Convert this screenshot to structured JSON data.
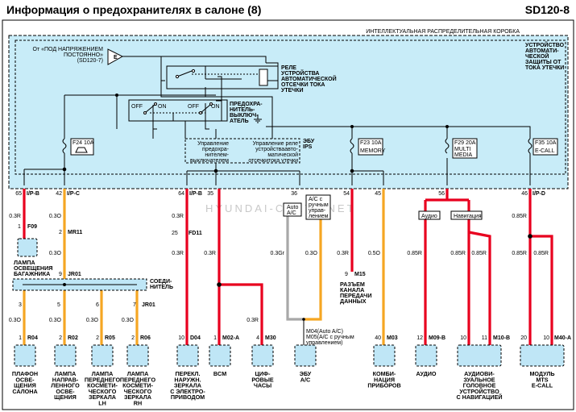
{
  "header": {
    "title": "Информация о предохранителях в салоне (8)",
    "code": "SD120-8"
  },
  "box": {
    "title": "ИНТЕЛЛЕКТУАЛЬНАЯ РАСПРЕДЕЛИТЕЛЬНАЯ КОРОБКА",
    "protection_unit": [
      "УСТРОЙСТВО",
      "АВТОМАТИ-",
      "ЧЕСКОЙ",
      "ЗАЩИТЫ ОТ",
      "ТОКА УТЕЧКИ"
    ],
    "source": [
      "От «ПОД НАПРЯЖЕНИЕМ",
      "ПОСТОЯННО»",
      "(SD120-7)"
    ],
    "source_pin": "E",
    "relay_label": [
      "РЕЛЕ",
      "УСТРОЙСТВА",
      "АВТОМАТИЧЕСКОЙ",
      "ОТСЕЧКИ ТОКА",
      "УТЕЧКИ"
    ],
    "fuse_switch_label": [
      "ПРЕДОХРА-",
      "НИТЕЛЬ-",
      "ВЫКЛЮЧ-",
      "АТЕЛЬ"
    ],
    "off_label": "OFF",
    "on_label": "ON",
    "ecu_label": [
      "ЭБУ",
      "IPS"
    ],
    "ecu_text_left": [
      "Управление",
      "предохра-",
      "нителем-",
      "выключателем"
    ],
    "ecu_text_right": [
      "Управление реле",
      "устройстваавто-",
      "матической",
      "отсечкитока утечки"
    ],
    "fuses": [
      {
        "name": "F24 10A"
      },
      {
        "name": "F23 10A",
        "label": "MEMORY"
      },
      {
        "name": "F29 20A",
        "label": [
          "MULTI",
          "MEDIA"
        ]
      },
      {
        "name": "F35 10A",
        "label": "E-CALL"
      }
    ]
  },
  "outputs": [
    {
      "pin": "65",
      "conn": "I/P-B"
    },
    {
      "pin": "42",
      "conn": "I/P-C"
    },
    {
      "pin": "64",
      "conn": "I/P-B"
    },
    {
      "pin": "35",
      "conn": ""
    },
    {
      "pin": "36",
      "conn": ""
    },
    {
      "pin": "54",
      "conn": ""
    },
    {
      "pin": "45",
      "conn": ""
    },
    {
      "pin": "56",
      "conn": ""
    },
    {
      "pin": "46",
      "conn": "I/P-D"
    }
  ],
  "wire_sizes": {
    "w1": "0.3R",
    "w2a": "0.3O",
    "w2b": "0.3O",
    "w3a": "0.3R",
    "w3b": "0.3R",
    "w4": "0.3R",
    "w4b": "0.3R",
    "w5": "0.3Gr",
    "w5b": "0.3O",
    "w6": "0.3R",
    "w7": "0.5O",
    "w8a": "0.85R",
    "w8b": "0.85R",
    "w8c": "0.85R",
    "w9a": "0.85R",
    "w9b": "0.85R",
    "w9c": "0.85R",
    "b1": "0.3O",
    "b2": "0.3O",
    "b3": "0.3O",
    "b4": "0.3O"
  },
  "labels": {
    "auto_ac": [
      "Auto",
      "A/C"
    ],
    "manual_ac": [
      "A/C с",
      "ручным",
      "управ-",
      "лением"
    ],
    "audio_tag": "Аудио",
    "nav_tag": "Навигация",
    "splice": [
      "СОЕДИ-",
      "НИТЕЛЬ"
    ],
    "m15_desc": [
      "РАЗЪЕМ",
      "КАНАЛА",
      "ПЕРЕДАЧИ",
      "ДАННЫХ"
    ],
    "m04_text": [
      "M04(Auto A/C)",
      "M05(A/C с ручным",
      "управлением)"
    ],
    "watermark": "HYUNDAI-CRETA.NET"
  },
  "connectors": {
    "f09": {
      "pin": "1",
      "name": "F09"
    },
    "mr11": {
      "pin": "2",
      "name": "MR11"
    },
    "fd11": {
      "pin": "25",
      "name": "FD11"
    },
    "jr01a": {
      "pin": "9",
      "name": "JR01"
    },
    "jr01b": {
      "pin": "7",
      "name": "JR01"
    },
    "m15": {
      "pin": "9",
      "name": "M15"
    },
    "r04": {
      "pin": "1",
      "name": "R04"
    },
    "r02": {
      "pin": "2",
      "name": "R02"
    },
    "r05": {
      "pin": "2",
      "name": "R05"
    },
    "r06": {
      "pin": "2",
      "name": "R06"
    },
    "d04": {
      "pin": "10",
      "name": "D04"
    },
    "m02a": {
      "pin": "1",
      "name": "M02-A"
    },
    "m30": {
      "pin": "4",
      "name": "M30"
    },
    "m03": {
      "pin": "40",
      "name": "M03"
    },
    "m09b": {
      "pin": "12",
      "name": "M09-B"
    },
    "m10b": {
      "pin_a": "10",
      "pin_b": "11",
      "name": "M10-B"
    },
    "m40a": {
      "pin_a": "20",
      "pin_b": "10",
      "name": "M40-A"
    }
  },
  "branch_pins": [
    "3",
    "5",
    "6",
    "7"
  ],
  "components": {
    "trunk_lamp": [
      "ЛАМПА",
      "ОСВЕЩЕНИЯ",
      "БАГАЖНИКА"
    ],
    "dome": [
      "ПЛАФОН",
      "ОСВЕ-",
      "ЩЕНИЯ",
      "САЛОНА"
    ],
    "spot": [
      "ЛАМПА",
      "НАПРАВ-",
      "ЛЕННОГО",
      "ОСВЕ-",
      "ЩЕНИЯ"
    ],
    "vanity_lh": [
      "ЛАМПА",
      "ПЕРЕДНЕГО",
      "КОСМЕТИ-",
      "ЧЕСКОГО",
      "ЗЕРКАЛА",
      "LH"
    ],
    "vanity_rh": [
      "ЛАМПА",
      "ПЕРЕДНЕГО",
      "КОСМЕТИ-",
      "ЧЕСКОГО",
      "ЗЕРКАЛА",
      "RH"
    ],
    "mirror": [
      "ПЕРЕКЛ.",
      "НАРУЖН.",
      "ЗЕРКАЛА",
      "С ЭЛЕКТРО-",
      "ПРИВОДОМ"
    ],
    "bcm": [
      "BCM"
    ],
    "clock": [
      "ЦИФ-",
      "РОВЫЕ",
      "ЧАСЫ"
    ],
    "ac_ecu": [
      "ЭБУ",
      "A/C"
    ],
    "cluster": [
      "КОМБИ-",
      "НАЦИЯ",
      "ПРИБОРОВ"
    ],
    "audio": [
      "АУДИО"
    ],
    "avn": [
      "АУДИОВИ-",
      "ЗУАЛЬНОЕ",
      "ГОЛОВНОЕ",
      "УСТРОЙСТВО",
      "С НАВИГАЦИЕЙ"
    ],
    "mts": [
      "МОДУЛЬ",
      "MTS",
      "E-CALL"
    ]
  },
  "colors": {
    "red": "#e8001e",
    "orange": "#f5a623",
    "gray": "#a8a8a8",
    "box_fill": "#c8ecf8",
    "comp_fill": "#bfe6f6"
  }
}
